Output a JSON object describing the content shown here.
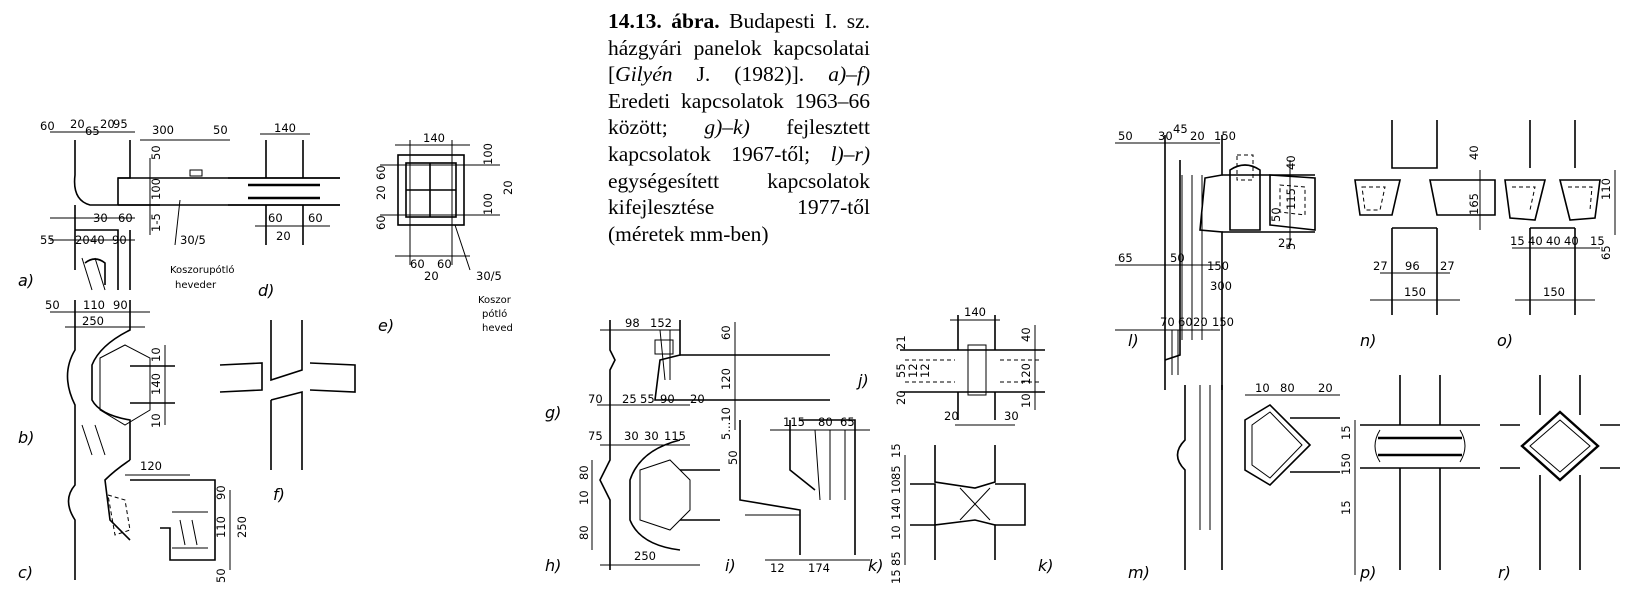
{
  "caption": {
    "figure_no": "14.13. ábra.",
    "text_1": " Budapesti I. sz. házgyári panelok kapcsolatai [",
    "author": "Gilyén",
    "text_2": " J. (1982)]. ",
    "range_af": "a)–f)",
    "text_3": " Eredeti kapcsolatok 1963–66 között; ",
    "range_gk": "g)–k)",
    "text_4": " fejlesztett kapcsolatok 1967-től; ",
    "range_lr": "l)–r)",
    "text_5": " egységesített kapcsolatok kifejlesztése 1977-től (méretek mm-ben)"
  },
  "panels": {
    "a": "a)",
    "b": "b)",
    "c": "c)",
    "d": "d)",
    "e": "e)",
    "f": "f)",
    "g": "g)",
    "h": "h)",
    "i": "i)",
    "j": "j)",
    "k1": "k)",
    "k2": "k)",
    "l": "l)",
    "m": "m)",
    "n": "n)",
    "o": "o)",
    "p": "p)",
    "r": "r)"
  },
  "notes": {
    "koszoru_a": "Koszorupótló",
    "heveder_a": "heveder",
    "koszor_e": "Koszor",
    "potlo_e": "pótló",
    "heved_e": "heved",
    "rebar_a": "30/5",
    "rebar_e": "30/5"
  },
  "dims": {
    "a": [
      "60",
      "20",
      "65",
      "20",
      "95",
      "300",
      "50",
      "50",
      "100",
      "1-5",
      "30",
      "60",
      "55",
      "20",
      "40",
      "90"
    ],
    "d": [
      "140",
      "60",
      "60",
      "20"
    ],
    "e": [
      "140",
      "60",
      "20",
      "60",
      "100",
      "100",
      "20",
      "60",
      "60",
      "20"
    ],
    "b": [
      "50",
      "110",
      "90",
      "250",
      "10",
      "140",
      "10"
    ],
    "c": [
      "120",
      "90",
      "110",
      "250",
      "50"
    ],
    "g": [
      "98",
      "152",
      "60",
      "120",
      "5...10",
      "70",
      "25",
      "55",
      "90",
      "20"
    ],
    "h": [
      "75",
      "30",
      "30",
      "115",
      "80",
      "10",
      "80",
      "250"
    ],
    "i": [
      "115",
      "80",
      "65",
      "50",
      "12",
      "174"
    ],
    "j": [
      "140",
      "21",
      "55",
      "12",
      "12",
      "20",
      "40",
      "120",
      "10",
      "20",
      "30"
    ],
    "k": [
      "15",
      "85",
      "10",
      "140",
      "10",
      "85",
      "15"
    ],
    "l": [
      "50",
      "30",
      "45",
      "20",
      "150",
      "40",
      "115",
      "50",
      "5",
      "27",
      "65",
      "50",
      "150",
      "300",
      "70",
      "60",
      "20",
      "150"
    ],
    "n": [
      "40",
      "165",
      "27",
      "96",
      "27",
      "150"
    ],
    "o": [
      "110",
      "15",
      "40",
      "40",
      "40",
      "15",
      "65",
      "150"
    ],
    "m": [
      "10",
      "80",
      "20"
    ],
    "p": [
      "15",
      "150",
      "15"
    ]
  }
}
